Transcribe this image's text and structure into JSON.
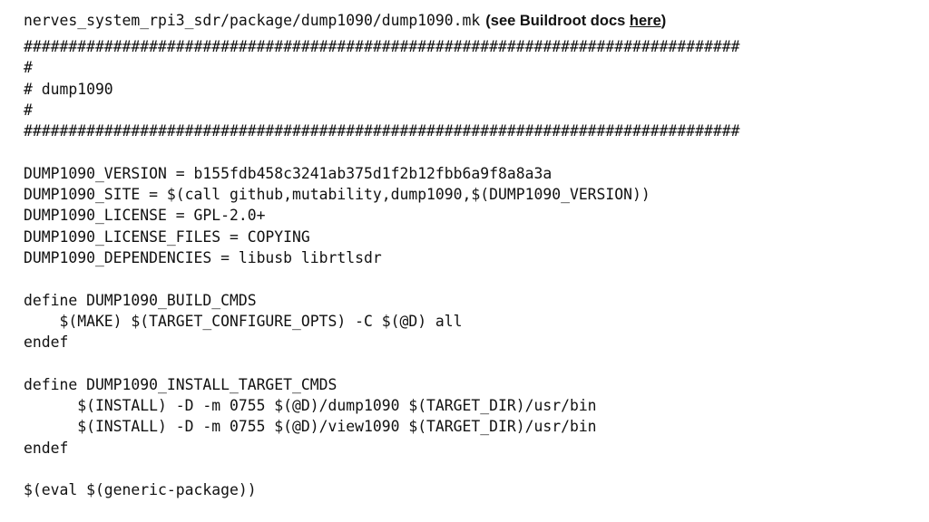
{
  "header": {
    "file_path": "nerves_system_rpi3_sdr/package/dump1090/dump1090.mk",
    "note_prefix": "(see Buildroot docs ",
    "note_link": "here",
    "note_suffix": ")"
  },
  "code_lines": [
    "################################################################################",
    "#",
    "# dump1090",
    "#",
    "################################################################################",
    "",
    "DUMP1090_VERSION = b155fdb458c3241ab375d1f2b12fbb6a9f8a8a3a",
    "DUMP1090_SITE = $(call github,mutability,dump1090,$(DUMP1090_VERSION))",
    "DUMP1090_LICENSE = GPL-2.0+",
    "DUMP1090_LICENSE_FILES = COPYING",
    "DUMP1090_DEPENDENCIES = libusb librtlsdr",
    "",
    "define DUMP1090_BUILD_CMDS",
    "    $(MAKE) $(TARGET_CONFIGURE_OPTS) -C $(@D) all",
    "endef",
    "",
    "define DUMP1090_INSTALL_TARGET_CMDS",
    "      $(INSTALL) -D -m 0755 $(@D)/dump1090 $(TARGET_DIR)/usr/bin",
    "      $(INSTALL) -D -m 0755 $(@D)/view1090 $(TARGET_DIR)/usr/bin",
    "endef",
    "",
    "$(eval $(generic-package))"
  ]
}
